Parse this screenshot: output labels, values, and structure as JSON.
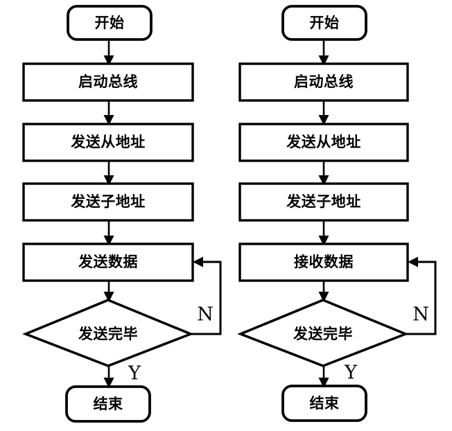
{
  "figure": {
    "type": "flowchart",
    "orientation": "two-parallel-vertical-flows",
    "background_color": "#ffffff",
    "line_color": "#000000",
    "charts": [
      {
        "id": "transmit-flow",
        "side": "left",
        "nodes": [
          {
            "id": "start",
            "shape": "terminal",
            "label": "开始"
          },
          {
            "id": "bus",
            "shape": "process",
            "label": "启动总线"
          },
          {
            "id": "slaveadr",
            "shape": "process",
            "label": "发送从地址"
          },
          {
            "id": "subadr",
            "shape": "process",
            "label": "发送子地址"
          },
          {
            "id": "data",
            "shape": "process",
            "label": "发送数据"
          },
          {
            "id": "check",
            "shape": "decision",
            "label": "发送完毕"
          },
          {
            "id": "end",
            "shape": "terminal",
            "label": "结束"
          }
        ],
        "edges": [
          {
            "from": "start",
            "to": "bus",
            "label": ""
          },
          {
            "from": "bus",
            "to": "slaveadr",
            "label": ""
          },
          {
            "from": "slaveadr",
            "to": "subadr",
            "label": ""
          },
          {
            "from": "subadr",
            "to": "data",
            "label": ""
          },
          {
            "from": "data",
            "to": "check",
            "label": ""
          },
          {
            "from": "check",
            "to": "data",
            "label": "N"
          },
          {
            "from": "check",
            "to": "end",
            "label": "Y"
          }
        ]
      },
      {
        "id": "receive-flow",
        "side": "right",
        "nodes": [
          {
            "id": "start",
            "shape": "terminal",
            "label": "开始"
          },
          {
            "id": "bus",
            "shape": "process",
            "label": "启动总线"
          },
          {
            "id": "slaveadr",
            "shape": "process",
            "label": "发送从地址"
          },
          {
            "id": "subadr",
            "shape": "process",
            "label": "发送子地址"
          },
          {
            "id": "data",
            "shape": "process",
            "label": "接收数据"
          },
          {
            "id": "check",
            "shape": "decision",
            "label": "发送完毕"
          },
          {
            "id": "end",
            "shape": "terminal",
            "label": "结束"
          }
        ],
        "edges": [
          {
            "from": "start",
            "to": "bus",
            "label": ""
          },
          {
            "from": "bus",
            "to": "slaveadr",
            "label": ""
          },
          {
            "from": "slaveadr",
            "to": "subadr",
            "label": ""
          },
          {
            "from": "subadr",
            "to": "data",
            "label": ""
          },
          {
            "from": "data",
            "to": "check",
            "label": ""
          },
          {
            "from": "check",
            "to": "data",
            "label": "N"
          },
          {
            "from": "check",
            "to": "end",
            "label": "Y"
          }
        ]
      }
    ]
  }
}
